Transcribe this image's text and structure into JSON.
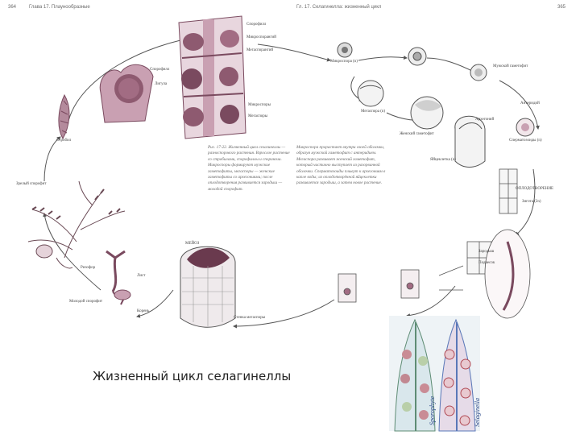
{
  "header": {
    "left_page": "364",
    "left_title": "Глава 17. Плаунообразные",
    "center_title": "Гл. 17. Селагинелла: жизненный цикл",
    "right_page": "365"
  },
  "figure": {
    "number_caption": "Рис. 17-22. Жизненный цикл селагинеллы — разноспорового растения. Взрослое растение со стробилами, спорофиллы и спорангии. Микроспоры формируют мужские гаметофиты, мегаспоры — женские гаметофиты со архегониями; после оплодотворения развивается зародыш — молодой спорофит.",
    "paragraph": "Микроспора прорастает внутри своей оболочки, образуя мужской гаметофит с антеридием. Мегаспора развивает женский гаметофит, который частично выступает из разорванной оболочки. Сперматозоиды плывут к архегониям в капле воды; из оплодотворённой яйцеклетки развивается зародыш, а затем новое растение."
  },
  "labels": {
    "strobil": "Стробил",
    "sporophyll_top": "Спорофилл",
    "microsporangium": "Микроспорангий",
    "megasporangium": "Мегаспорангий",
    "sporophyll_mid": "Спорофилл",
    "ligula": "Лигула",
    "microspores": "Микроспоры",
    "megaspores": "Мегаспоры",
    "mature_sporophyte": "Зрелый спорофит",
    "rhizophore": "Ризофор",
    "microspore": "Микроспора (n)",
    "male_gametophyte": "Мужской гаметофит",
    "antheridium": "Антеридий",
    "sperm": "Сперматозоиды (n)",
    "megaspore": "Мегаспора (n)",
    "female_gametophyte": "Женский гаметофит",
    "archegonium": "Архегоний",
    "egg": "Яйцеклетка (n)",
    "fertilization": "ОПЛОДОТВОРЕНИЕ",
    "zygote": "Зигота (2n)",
    "embryo": "Зародыш",
    "suspensor": "Подвесок",
    "young_sporophyte": "Молодой спорофит",
    "root": "Корень",
    "leaf": "Лист",
    "meiosis": "МЕЙОЗ",
    "megaspore_wall": "Стенка мегаспоры"
  },
  "caption": "Жизненный цикл селагинеллы",
  "side_words": [
    "Sporophyte",
    "Selaginella"
  ],
  "colors": {
    "mauve": "#7a4a5f",
    "mauve_light": "#c9a0b2",
    "ink": "#555555",
    "micro_green": "#5e8c74",
    "micro_red": "#b04a55",
    "micro_blue": "#5a78b8"
  }
}
